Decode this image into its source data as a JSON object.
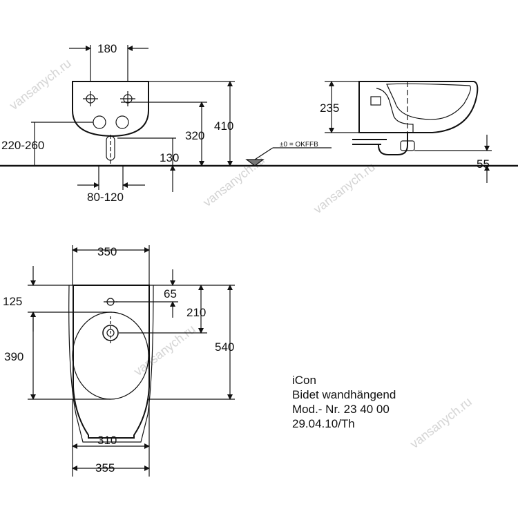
{
  "watermark": "vansanych.ru",
  "front_view": {
    "dim_top_width": "180",
    "dim_height_left": "220-260",
    "dim_height_inner": "320",
    "dim_height_total": "410",
    "dim_height_low": "130",
    "dim_bottom_width": "80-120"
  },
  "side_view": {
    "dim_height": "235",
    "floor_label": "±0 = OKFFB",
    "dim_floor": "55"
  },
  "top_view": {
    "dim_top_width": "350",
    "dim_offset_left": "125",
    "dim_hole_right": "65",
    "dim_center_right": "210",
    "dim_bowl_left": "390",
    "dim_total_depth": "540",
    "dim_bowl_width": "310",
    "dim_bottom_width": "355"
  },
  "product_info": {
    "line1": "iCon",
    "line2": "Bidet wandhängend",
    "line3": "Mod.- Nr. 23 40 00",
    "line4": "29.04.10/Th"
  }
}
